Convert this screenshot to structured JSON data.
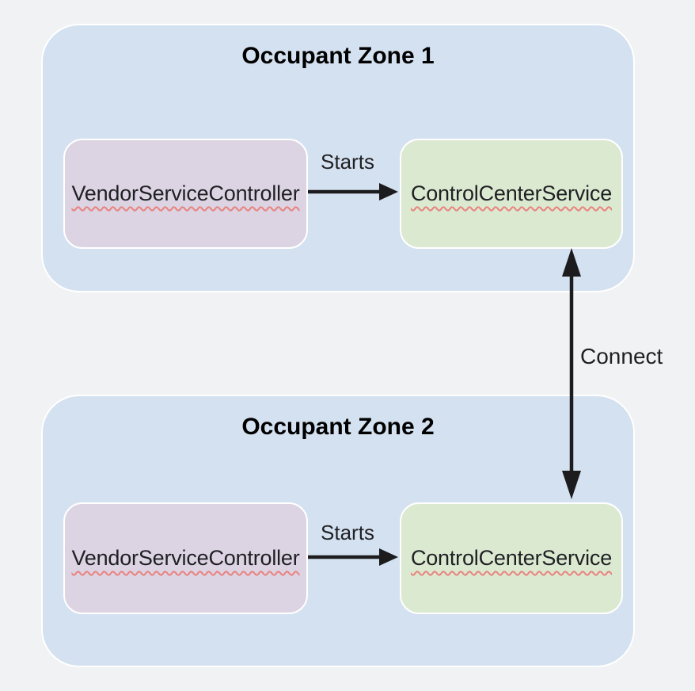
{
  "diagram": {
    "zones": [
      {
        "title": "Occupant Zone 1",
        "boxes": [
          {
            "label": "VendorServiceController"
          },
          {
            "label": "ControlCenterService"
          }
        ],
        "arrow_label": "Starts"
      },
      {
        "title": "Occupant Zone 2",
        "boxes": [
          {
            "label": "VendorServiceController"
          },
          {
            "label": "ControlCenterService"
          }
        ],
        "arrow_label": "Starts"
      }
    ],
    "connect_arrow_label": "Connect",
    "colors": {
      "page_bg": "#f1f2f4",
      "zone_fill": "#d4e1f0",
      "vendor_box_fill": "#dcd3e3",
      "control_box_fill": "#dce9d1",
      "border_color": "#ffffff",
      "arrow_color": "#1c1c1e",
      "text_color": "#1f2023",
      "spellcheck_underline": "#e8837e"
    }
  }
}
